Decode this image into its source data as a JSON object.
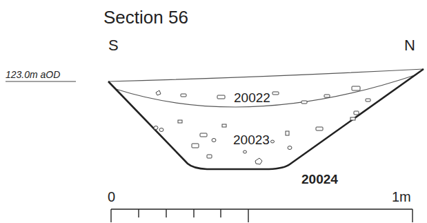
{
  "diagram": {
    "title": "Section 56",
    "labels": [
      "S",
      "N",
      "123.0m aOD",
      "20022",
      "20023",
      "20024",
      "0",
      "1m"
    ]
  }
}
